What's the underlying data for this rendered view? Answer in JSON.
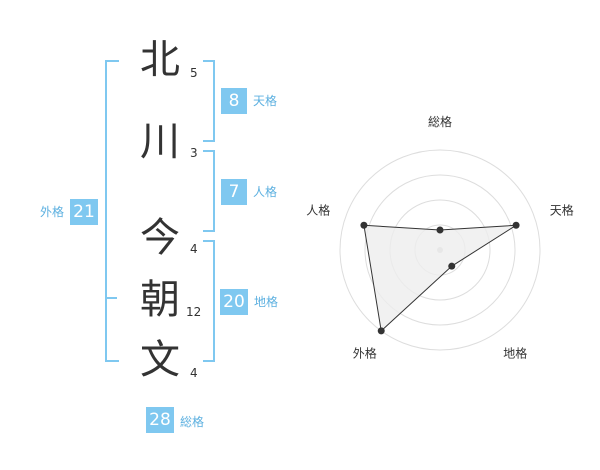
{
  "characters": [
    {
      "char": "北",
      "strokes": "5"
    },
    {
      "char": "川",
      "strokes": "3"
    },
    {
      "char": "今",
      "strokes": "4"
    },
    {
      "char": "朝",
      "strokes": "12"
    },
    {
      "char": "文",
      "strokes": "4"
    }
  ],
  "kakusu": {
    "tenkaku": {
      "value": "8",
      "label": "天格"
    },
    "jinkaku": {
      "value": "7",
      "label": "人格"
    },
    "chikaku": {
      "value": "20",
      "label": "地格"
    },
    "gaikaku": {
      "value": "21",
      "label": "外格"
    },
    "soukaku": {
      "value": "28",
      "label": "総格"
    }
  },
  "chart_data": {
    "type": "radar",
    "axes": [
      "総格",
      "天格",
      "地格",
      "外格",
      "人格"
    ],
    "values": [
      1,
      4,
      1,
      5,
      4
    ],
    "range": [
      0,
      5
    ],
    "rings": 4,
    "colors": {
      "line": "#333333",
      "fill": "#eeeeee",
      "ring": "#dddddd"
    }
  }
}
